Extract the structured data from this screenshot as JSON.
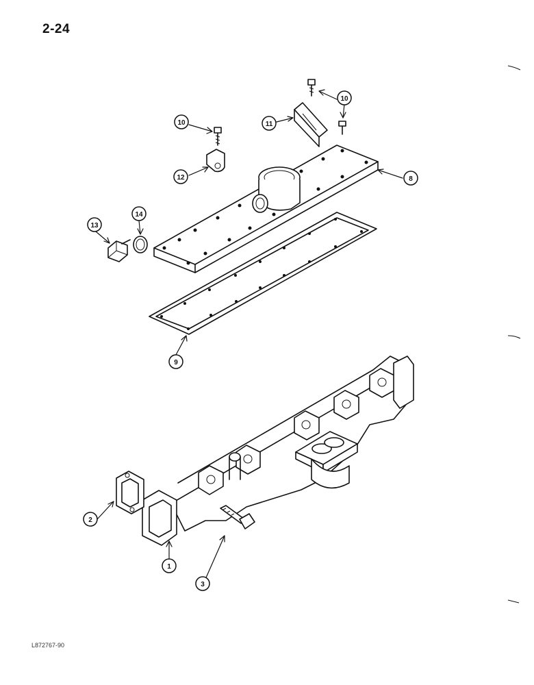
{
  "page": {
    "number": "2-24",
    "catalog_code": "L872767-90"
  },
  "callouts": [
    {
      "id": "c1",
      "label": "1"
    },
    {
      "id": "c2",
      "label": "2"
    },
    {
      "id": "c3",
      "label": "3"
    },
    {
      "id": "c8",
      "label": "8"
    },
    {
      "id": "c9",
      "label": "9"
    },
    {
      "id": "c10a",
      "label": "10"
    },
    {
      "id": "c10b",
      "label": "10"
    },
    {
      "id": "c11",
      "label": "11"
    },
    {
      "id": "c12",
      "label": "12"
    },
    {
      "id": "c13",
      "label": "13"
    },
    {
      "id": "c14",
      "label": "14"
    }
  ]
}
